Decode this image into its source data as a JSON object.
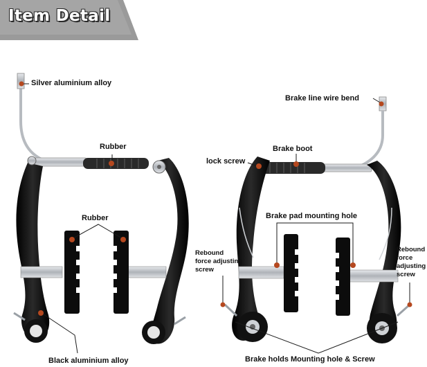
{
  "header": {
    "title": "Item Detail"
  },
  "labels": {
    "silver": "Silver aluminium alloy",
    "rubber_top": "Rubber",
    "rubber_pads": "Rubber",
    "black": "Black aluminium alloy",
    "wire_bend": "Brake line wire bend",
    "brake_boot": "Brake boot",
    "lock_screw": "lock screw",
    "pad_hole": "Brake pad mounting hole",
    "rebound_left": [
      "Rebound",
      "force adjusting",
      "screw"
    ],
    "rebound_right": [
      "Rebound",
      "force",
      "adjusting",
      "screw"
    ],
    "holds": "Brake holds Mounting hole & Screw"
  },
  "colors": {
    "header_bg": "#9a9a9a",
    "accent_dot": "#b5481f",
    "arm": "#111111",
    "metal": "#c9ccd1",
    "label_text": "#111111"
  }
}
